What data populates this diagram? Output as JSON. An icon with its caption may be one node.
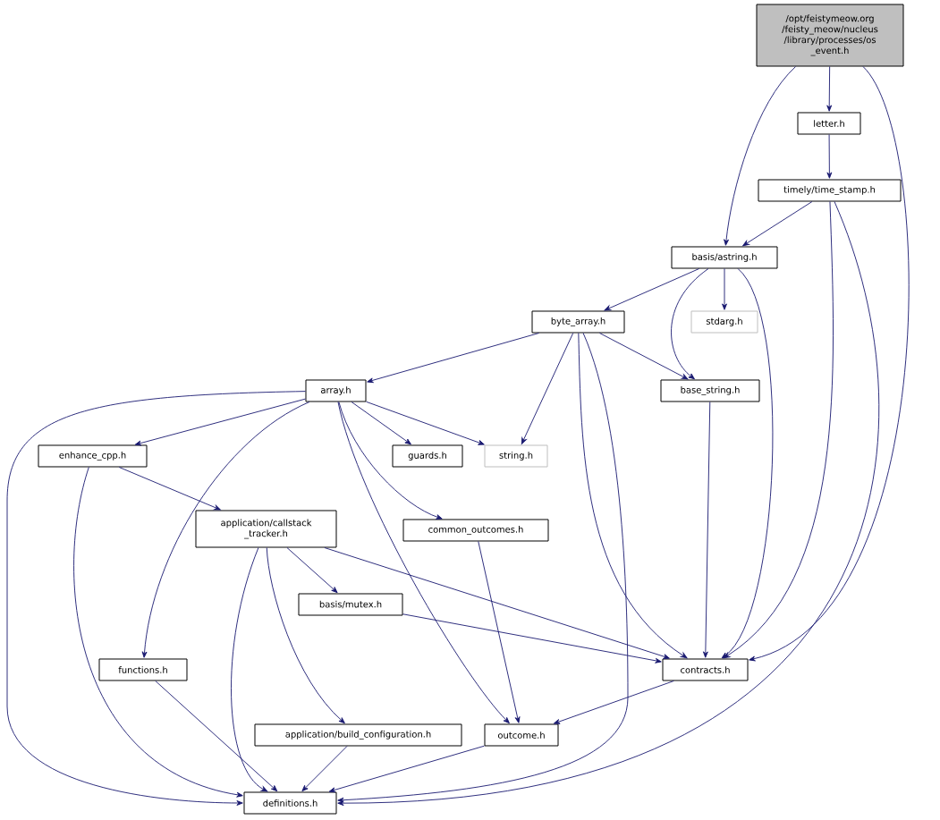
{
  "diagram": {
    "nodes": [
      {
        "text": [
          "/opt/feistymeow.org /feisty_meow/nucleus /library/processes/os _event.h"
        ]
      },
      {
        "text": [
          "letter.h"
        ]
      },
      {
        "text": [
          "timely/time_stamp.h"
        ]
      },
      {
        "text": [
          "basis/astring.h"
        ]
      },
      {
        "text": [
          "byte_array.h"
        ]
      },
      {
        "text": [
          "stdarg.h"
        ]
      },
      {
        "text": [
          "array.h"
        ]
      },
      {
        "text": [
          "base_string.h"
        ]
      },
      {
        "text": [
          "enhance_cpp.h"
        ]
      },
      {
        "text": [
          "guards.h"
        ]
      },
      {
        "text": [
          "string.h"
        ]
      },
      {
        "text": [
          "application/callstack _tracker.h"
        ]
      },
      {
        "text": [
          "common_outcomes.h"
        ]
      },
      {
        "text": [
          "basis/mutex.h"
        ]
      },
      {
        "text": [
          "functions.h"
        ]
      },
      {
        "text": [
          "contracts.h"
        ]
      },
      {
        "text": [
          "application/build_configuration.h"
        ]
      },
      {
        "text": [
          "outcome.h"
        ]
      },
      {
        "text": [
          "definitions.h"
        ]
      }
    ],
    "edges": [
      {
        "from": 0,
        "to": 1,
        "arrow": "to"
      },
      {
        "from": 0,
        "to": 3,
        "arrow": "to"
      },
      {
        "from": 0,
        "to": 15,
        "arrow": "to"
      },
      {
        "from": 1,
        "to": 2,
        "arrow": "to"
      },
      {
        "from": 2,
        "to": 3,
        "arrow": "to"
      },
      {
        "from": 2,
        "to": 15,
        "arrow": "to"
      },
      {
        "from": 2,
        "to": 18,
        "arrow": "to"
      },
      {
        "from": 3,
        "to": 4,
        "arrow": "to"
      },
      {
        "from": 3,
        "to": 5,
        "arrow": "to"
      },
      {
        "from": 3,
        "to": 7,
        "arrow": "to"
      },
      {
        "from": 3,
        "to": 15,
        "arrow": "to"
      },
      {
        "from": 4,
        "to": 6,
        "arrow": "to"
      },
      {
        "from": 4,
        "to": 7,
        "arrow": "to"
      },
      {
        "from": 4,
        "to": 10,
        "arrow": "to"
      },
      {
        "from": 4,
        "to": 15,
        "arrow": "to"
      },
      {
        "from": 4,
        "to": 18,
        "arrow": "to"
      },
      {
        "from": 6,
        "to": 8,
        "arrow": "to"
      },
      {
        "from": 6,
        "to": 9,
        "arrow": "to"
      },
      {
        "from": 6,
        "to": 10,
        "arrow": "to"
      },
      {
        "from": 6,
        "to": 12,
        "arrow": "to"
      },
      {
        "from": 6,
        "to": 14,
        "arrow": "to"
      },
      {
        "from": 6,
        "to": 17,
        "arrow": "to"
      },
      {
        "from": 6,
        "to": 18,
        "arrow": "to"
      },
      {
        "from": 7,
        "to": 15,
        "arrow": "to"
      },
      {
        "from": 8,
        "to": 11,
        "arrow": "to"
      },
      {
        "from": 8,
        "to": 18,
        "arrow": "to"
      },
      {
        "from": 11,
        "to": 13,
        "arrow": "to"
      },
      {
        "from": 11,
        "to": 15,
        "arrow": "to"
      },
      {
        "from": 11,
        "to": 16,
        "arrow": "to"
      },
      {
        "from": 11,
        "to": 18,
        "arrow": "to"
      },
      {
        "from": 12,
        "to": 17,
        "arrow": "to"
      },
      {
        "from": 13,
        "to": 15,
        "arrow": "to"
      },
      {
        "from": 14,
        "to": 18,
        "arrow": "to"
      },
      {
        "from": 15,
        "to": 17,
        "arrow": "to"
      },
      {
        "from": 16,
        "to": 18,
        "arrow": "to"
      },
      {
        "from": 17,
        "to": 18,
        "arrow": "to"
      }
    ]
  }
}
